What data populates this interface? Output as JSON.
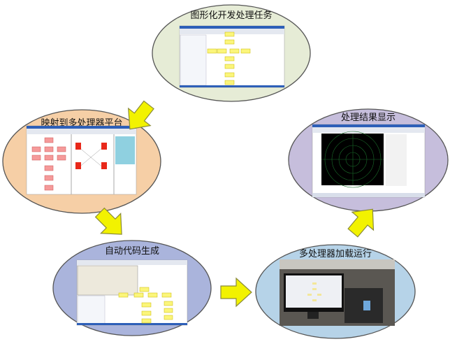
{
  "stages": [
    {
      "id": "graphical-dev",
      "title": "图形化开发处理任务",
      "fill": "#e6ecd6"
    },
    {
      "id": "mapping",
      "title": "映射到多处理器平台",
      "fill": "#f6cfa6"
    },
    {
      "id": "codegen",
      "title": "自动代码生成",
      "fill": "#aab4dc"
    },
    {
      "id": "load-run",
      "title": "多处理器加载运行",
      "fill": "#b6d3e8"
    },
    {
      "id": "result",
      "title": "处理结果显示",
      "fill": "#c6bedc"
    }
  ],
  "colors": {
    "arrow": "#f2f200",
    "arrow_stroke": "#9a9a40",
    "ellipse_stroke": "#555555"
  }
}
